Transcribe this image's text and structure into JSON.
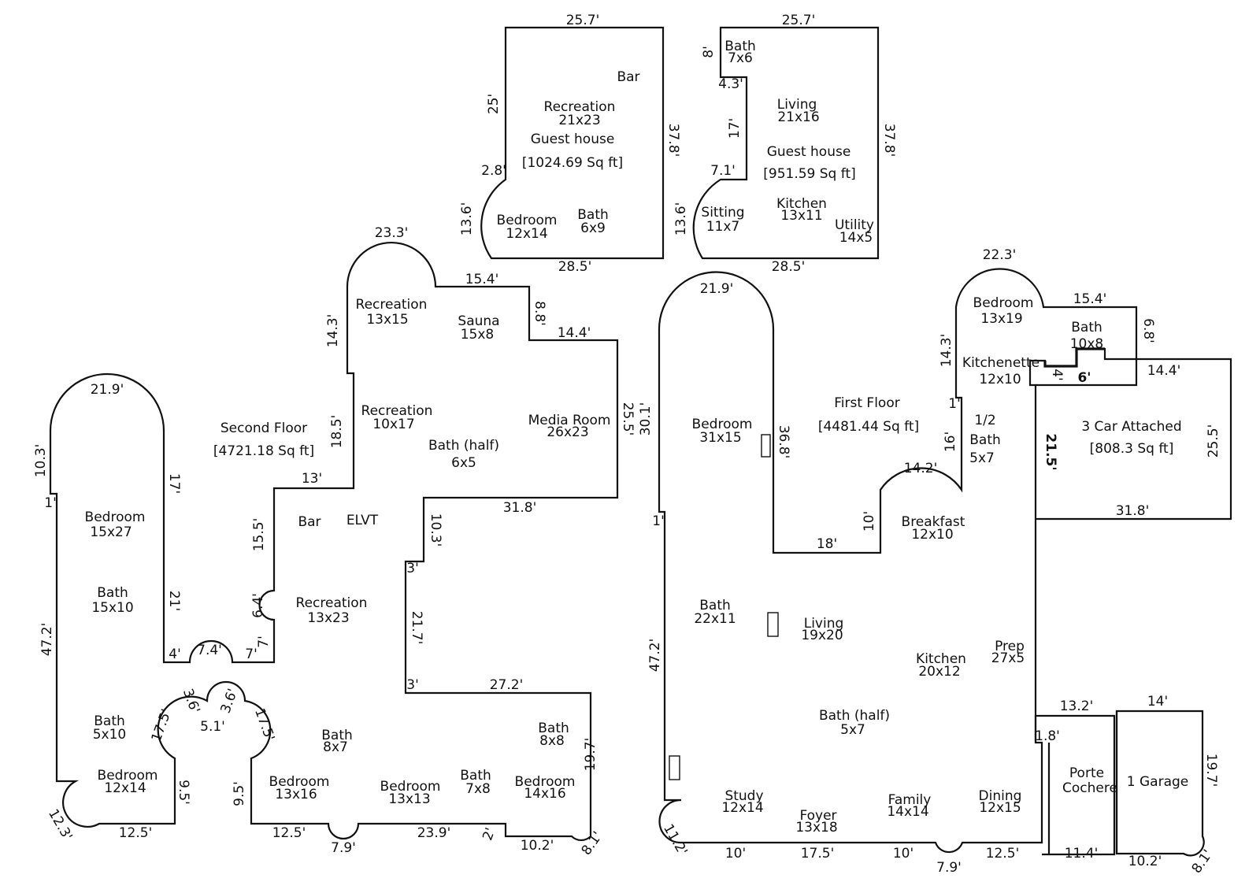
{
  "title_second": "Second Floor",
  "area_second": "[4721.18 Sq ft]",
  "title_first": "First Floor",
  "area_first": "[4481.44 Sq ft]",
  "title_gh1": "Guest house",
  "area_gh1": "[1024.69 Sq ft]",
  "title_gh2": "Guest house",
  "area_gh2": "[951.59 Sq ft]",
  "title_garage": "3 Car Attached",
  "area_garage": "[808.3 Sq ft]",
  "rooms": {
    "gh1_bar": "Bar",
    "gh1_rec": "Recreation",
    "gh1_rec_size": "21x23",
    "gh1_bed": "Bedroom",
    "gh1_bed_size": "12x14",
    "gh1_bath": "Bath",
    "gh1_bath_size": "6x9",
    "gh2_bath": "Bath",
    "gh2_bath_size": "7x6",
    "gh2_living": "Living",
    "gh2_living_size": "21x16",
    "gh2_sitting": "Sitting",
    "gh2_sitting_size": "11x7",
    "gh2_kitchen": "Kitchen",
    "gh2_kitchen_size": "13x11",
    "gh2_utility": "Utility",
    "gh2_utility_size": "14x5",
    "s_rec1": "Recreation",
    "s_rec1_size": "13x15",
    "s_sauna": "Sauna",
    "s_sauna_size": "15x8",
    "s_rec2": "Recreation",
    "s_rec2_size": "10x17",
    "s_media": "Media Room",
    "s_media_size": "26x23",
    "s_bathhalf": "Bath (half)",
    "s_bathhalf_size": "6x5",
    "s_bar": "Bar",
    "s_elvt": "ELVT",
    "s_rec3": "Recreation",
    "s_rec3_size": "13x23",
    "s_bed1": "Bedroom",
    "s_bed1_size": "15x27",
    "s_bath1": "Bath",
    "s_bath1_size": "15x10",
    "s_bath2": "Bath",
    "s_bath2_size": "5x10",
    "s_bed2": "Bedroom",
    "s_bed2_size": "12x14",
    "s_bath3": "Bath",
    "s_bath3_size": "8x7",
    "s_bed3": "Bedroom",
    "s_bed3_size": "13x16",
    "s_bed4": "Bedroom",
    "s_bed4_size": "13x13",
    "s_bath4": "Bath",
    "s_bath4_size": "7x8",
    "s_bath5": "Bath",
    "s_bath5_size": "8x8",
    "s_bed5": "Bedroom",
    "s_bed5_size": "14x16",
    "f_bed1": "Bedroom",
    "f_bed1_size": "31x15",
    "f_bed2": "Bedroom",
    "f_bed2_size": "13x19",
    "f_bath1": "Bath",
    "f_bath1_size": "10x8",
    "f_kitchenette": "Kitchenette",
    "f_kitchenette_size": "12x10",
    "f_halfbath": "1/2",
    "f_halfbath2": "Bath",
    "f_halfbath_size": "5x7",
    "f_breakfast": "Breakfast",
    "f_breakfast_size": "12x10",
    "f_bath2": "Bath",
    "f_bath2_size": "22x11",
    "f_living": "Living",
    "f_living_size": "19x20",
    "f_kitchen": "Kitchen",
    "f_kitchen_size": "20x12",
    "f_prep": "Prep",
    "f_prep_size": "27x5",
    "f_bathhalf": "Bath (half)",
    "f_bathhalf_size": "5x7",
    "f_study": "Study",
    "f_study_size": "12x14",
    "f_foyer": "Foyer",
    "f_foyer_size": "13x18",
    "f_family": "Family",
    "f_family_size": "14x14",
    "f_dining": "Dining",
    "f_dining_size": "12x15",
    "porte1": "Porte",
    "porte2": "Cochere",
    "garage1": "1 Garage"
  },
  "dims": {
    "gh1_top": "25.7'",
    "gh1_left": "25'",
    "gh1_right": "37.8'",
    "gh1_step": "2.8'",
    "gh1_arc": "13.6'",
    "gh1_bottom": "28.5'",
    "gh2_top": "25.7'",
    "gh2_a": "8'",
    "gh2_b": "4.3'",
    "gh2_c": "17'",
    "gh2_d": "7.1'",
    "gh2_right": "37.8'",
    "gh2_arc": "13.6'",
    "gh2_bottom": "28.5'",
    "s_arc_top": "23.3'",
    "s_15_4": "15.4'",
    "s_8_8": "8.8'",
    "s_14_4": "14.4'",
    "s_14_3": "14.3'",
    "s_18_5": "18.5'",
    "s_25_5": "25.5'",
    "s_13": "13'",
    "s_31_8": "31.8'",
    "s_10_3": "10.3'",
    "s_3a": "3'",
    "s_21_7": "21.7'",
    "s_3b": "3'",
    "s_27_2": "27.2'",
    "s_15_5": "15.5'",
    "s_6_4": "6.4'",
    "s_7a": "7'",
    "s_7b": "7'",
    "s_7_4": "7.4'",
    "s_4": "4'",
    "s_21": "21'",
    "s_17": "17'",
    "s_21_9": "21.9'",
    "s_10_3b": "10.3'",
    "s_1": "1'",
    "s_47_2": "47.2'",
    "s_9_5a": "9.5'",
    "s_12_3": "12.3'",
    "s_12_5a": "12.5'",
    "s_17_5a": "17.5'",
    "s_3_6a": "3.6'",
    "s_5_1": "5.1'",
    "s_3_6b": "3.6'",
    "s_17_5b": "17.5'",
    "s_9_5b": "9.5'",
    "s_12_5b": "12.5'",
    "s_7_9": "7.9'",
    "s_23_9": "23.9'",
    "s_2": "2'",
    "s_10_2": "10.2'",
    "s_8_1": "8.1'",
    "s_19_7": "19.7'",
    "f_21_9": "21.9'",
    "f_30_1": "30.1'",
    "f_36_8": "36.8'",
    "f_1a": "1'",
    "f_47_2": "47.2'",
    "f_18": "18'",
    "f_10": "10'",
    "f_14_2": "14.2'",
    "f_16": "16'",
    "f_1b": "1'",
    "f_14_3": "14.3'",
    "f_22_3": "22.3'",
    "f_15_4": "15.4'",
    "f_6_8": "6.8'",
    "f_4": "4'",
    "f_6": "6'",
    "f_14_4": "14.4'",
    "f_21_5": "21.5'",
    "f_25_5": "25.5'",
    "f_31_8": "31.8'",
    "f_11_2": "11.2'",
    "f_b10a": "10'",
    "f_b17_5": "17.5'",
    "f_b10b": "10'",
    "f_b7_9": "7.9'",
    "f_b12_5": "12.5'",
    "f_b11_4": "11.4'",
    "f_13_2": "13.2'",
    "f_1_8": "1.8'",
    "f_14": "14'",
    "f_19_7": "19.7'",
    "f_10_2": "10.2'",
    "f_8_1": "8.1'"
  }
}
